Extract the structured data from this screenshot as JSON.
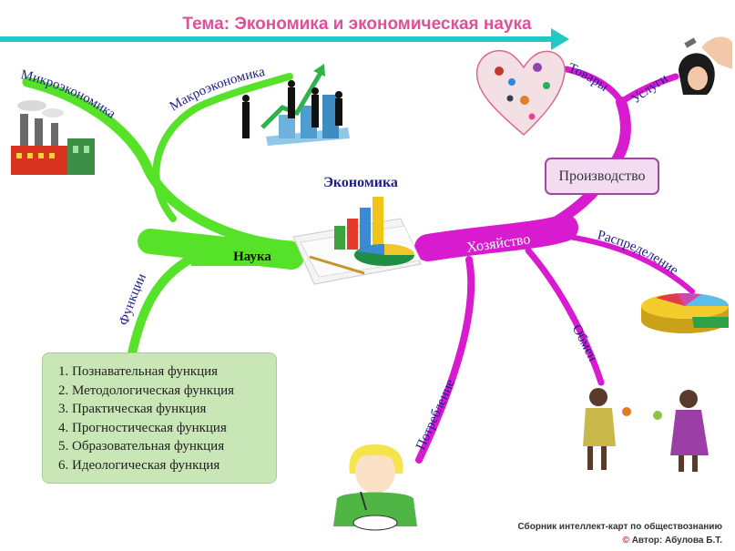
{
  "title": "Тема: Экономика и экономическая наука",
  "center_label": "Экономика",
  "left": {
    "hub_label": "Наука",
    "branches": [
      "Микроэкономика",
      "Макроэкономика",
      "Функции"
    ],
    "functions": [
      "1. Познавательная функция",
      "2. Методологическая функция",
      "3. Практическая функция",
      "4. Прогностическая функция",
      "5. Образовательная функция",
      "6. Идеологическая функция"
    ]
  },
  "right": {
    "hub_label": "Хозяйство",
    "production": "Производство",
    "branches": [
      "Товары",
      "Услуги",
      "Распределение",
      "Обмен",
      "Потребление"
    ]
  },
  "credit": {
    "line1": "Сборник интеллект-карт по обществознанию",
    "copyright_symbol": "©",
    "line2": "Автор: Абулова Б.Т."
  },
  "colors": {
    "title_text": "#e0509a",
    "arrow": "#22c9c3",
    "green_branch": "#57e22a",
    "magenta_branch": "#d91bd0",
    "function_box": "#c9e7b6",
    "production_border": "#a0489b"
  }
}
